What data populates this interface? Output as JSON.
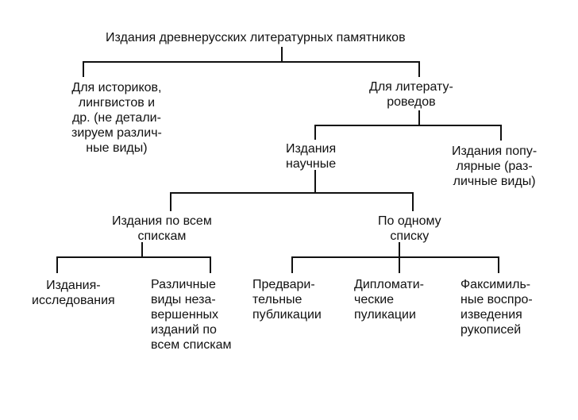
{
  "diagram": {
    "root": "Издания древнерусских литературных памятников",
    "historians": "Для историков,\nлингвистов и\nдр. (не детали-\nзируем различ-\nные виды)",
    "literary": "Для литерату-\nроведов",
    "scholarly": "Издания\nнаучные",
    "popular": "Издания попу-\nлярные (раз-\nличные виды)",
    "all_lists": "Издания по всем\nспискам",
    "one_list": "По одному\nсписку",
    "research": "Издания-\nисследования",
    "various": "Различные\nвиды неза-\nвершенных\nизданий по\nвсем спискам",
    "preliminary": "Предвари-\nтельные\nпубликации",
    "diplomatic": "Дипломати-\nческие\nпуликации",
    "facsimile": "Факсимиль-\nные воспро-\nизведения\nрукописей"
  }
}
